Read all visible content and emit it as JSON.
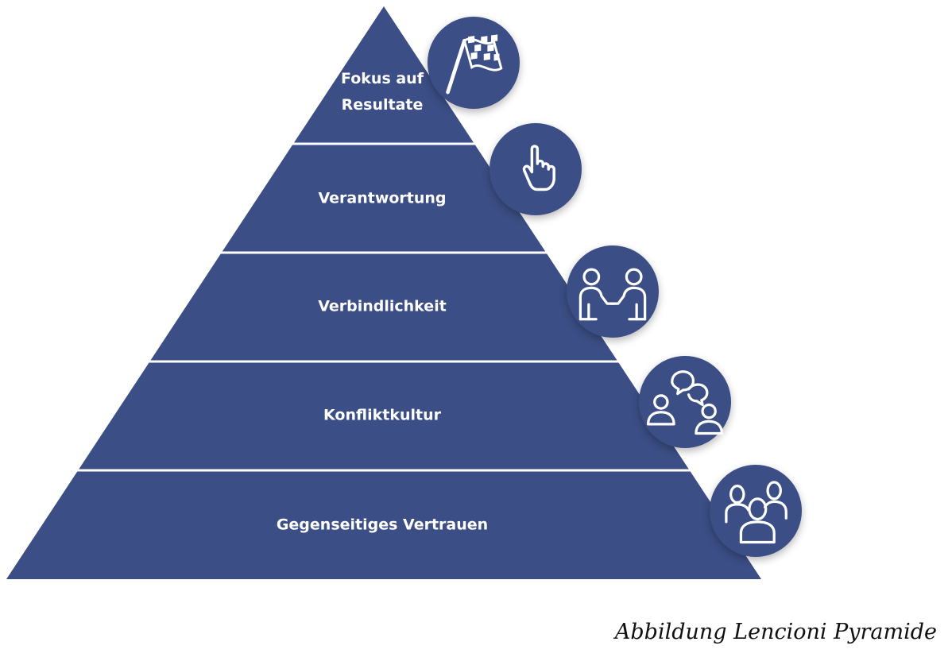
{
  "diagram": {
    "type": "pyramid",
    "fill_color": "#3b4e85",
    "divider_color": "#ffffff",
    "text_color": "#ffffff",
    "layers": [
      {
        "label": "Fokus auf Resultate",
        "label_lines": [
          "Fokus auf",
          "Resultate"
        ],
        "icon": "checkered-flag-icon"
      },
      {
        "label": "Verantwortung",
        "label_lines": [
          "Verantwortung"
        ],
        "icon": "pointing-hand-icon"
      },
      {
        "label": "Verbindlichkeit",
        "label_lines": [
          "Verbindlichkeit"
        ],
        "icon": "handshake-icon"
      },
      {
        "label": "Konfliktkultur",
        "label_lines": [
          "Konfliktkultur"
        ],
        "icon": "conversation-icon"
      },
      {
        "label": "Gegenseitiges Vertrauen",
        "label_lines": [
          "Gegenseitiges Vertrauen"
        ],
        "icon": "group-icon"
      }
    ]
  },
  "caption": "Abbildung Lencioni Pyramide"
}
